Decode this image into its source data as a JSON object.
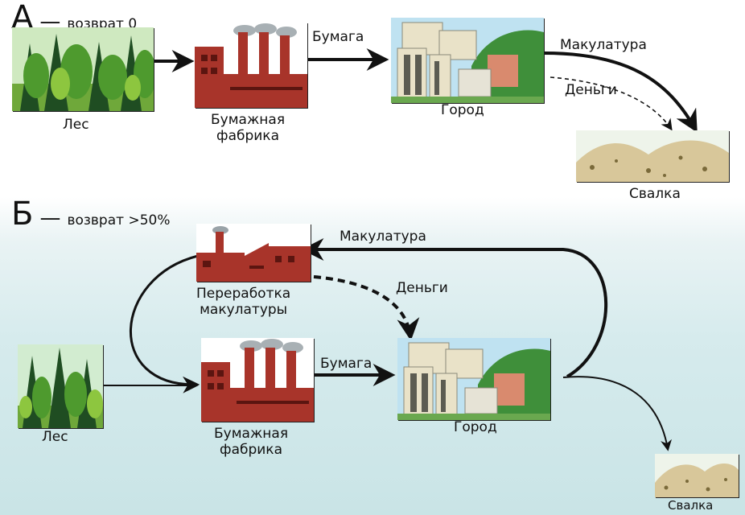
{
  "scheme_a": {
    "letter": "А",
    "dash": "—",
    "return_text": "возврат 0",
    "nodes": {
      "forest": "Лес",
      "paper_mill_line1": "Бумажная",
      "paper_mill_line2": "фабрика",
      "city": "Город",
      "landfill": "Свалка"
    },
    "flows": {
      "paper": "Бумага",
      "waste_paper": "Макулатура",
      "money": "Деньги"
    }
  },
  "scheme_b": {
    "letter": "Б",
    "dash": "—",
    "return_text": "возврат >50%",
    "nodes": {
      "recycling_line1": "Переработка",
      "recycling_line2": "макулатуры",
      "forest": "Лес",
      "paper_mill_line1": "Бумажная",
      "paper_mill_line2": "фабрика",
      "city": "Город",
      "landfill": "Свалка"
    },
    "flows": {
      "waste_paper": "Макулатура",
      "money": "Деньги",
      "paper": "Бумага"
    }
  },
  "colors": {
    "factory_red": "#a8342a",
    "forest_green": "#2f7a2a",
    "sky_blue": "#9fd0e8",
    "landfill_sand": "#d8c79a"
  },
  "icons": [
    "forest-image",
    "paper-mill-image",
    "city-image",
    "landfill-image",
    "recycling-plant-image"
  ]
}
